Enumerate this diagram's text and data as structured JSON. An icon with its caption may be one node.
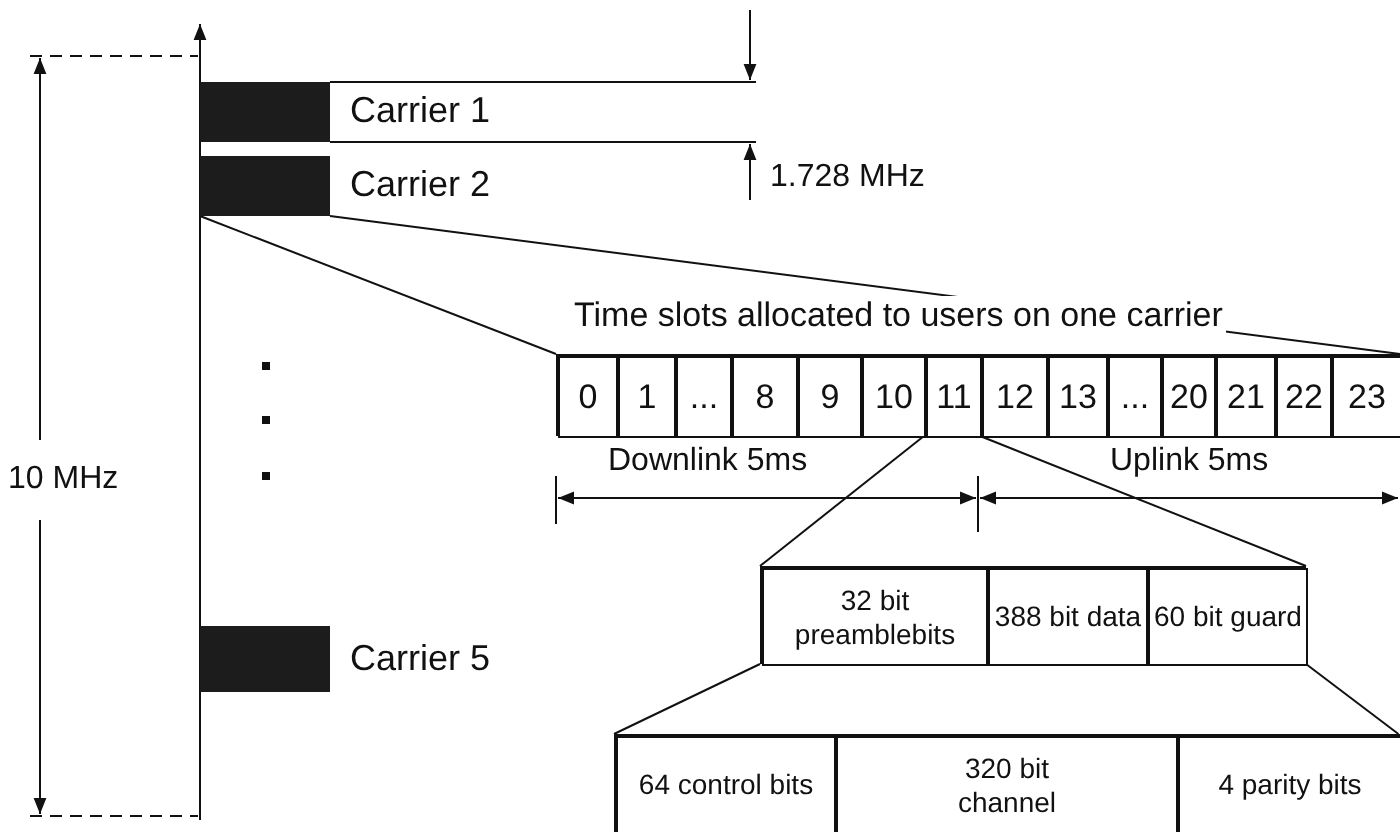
{
  "diagram": {
    "nodes": [
      {
        "text": [],
        "shape": "bar",
        "beside": [
          "Carrier 1"
        ]
      },
      {
        "text": [],
        "shape": "bar",
        "beside": [
          "Carrier 2"
        ]
      },
      {
        "text": [],
        "shape": "bar",
        "beside": [
          "Carrier 5"
        ]
      },
      {
        "text": [
          "Time slots allocated to users on one carrier"
        ]
      },
      {
        "text": [
          "0"
        ],
        "in": 3
      },
      {
        "text": [
          "1"
        ],
        "in": 3
      },
      {
        "text": [
          "..."
        ],
        "in": 3
      },
      {
        "text": [
          "8"
        ],
        "in": 3
      },
      {
        "text": [
          "9"
        ],
        "in": 3
      },
      {
        "text": [
          "10"
        ],
        "in": 3
      },
      {
        "text": [
          "11"
        ],
        "in": 3
      },
      {
        "text": [
          "12"
        ],
        "in": 3
      },
      {
        "text": [
          "13"
        ],
        "in": 3
      },
      {
        "text": [
          "..."
        ],
        "in": 3
      },
      {
        "text": [
          "20"
        ],
        "in": 3
      },
      {
        "text": [
          "21"
        ],
        "in": 3
      },
      {
        "text": [
          "22"
        ],
        "in": 3
      },
      {
        "text": [
          "23"
        ],
        "in": 3
      },
      {
        "text": [],
        "shape": "box"
      },
      {
        "text": [
          "32 bit preamblebits"
        ],
        "in": 18
      },
      {
        "text": [
          "388 bit data"
        ],
        "in": 18
      },
      {
        "text": [
          "60 bit guard"
        ],
        "in": 18
      },
      {
        "text": [],
        "shape": "box"
      },
      {
        "text": [
          "64 control bits"
        ],
        "in": 22
      },
      {
        "text": [
          "320 bit channel"
        ],
        "in": 22
      },
      {
        "text": [
          "4 parity bits"
        ],
        "in": 22
      }
    ],
    "edges": [
      {
        "from": 1,
        "to": 3,
        "arrow": "none"
      },
      {
        "from": 1,
        "to": 3,
        "arrow": "none"
      },
      {
        "from": 10,
        "to": 18,
        "arrow": "none"
      },
      {
        "from": 10,
        "to": 18,
        "arrow": "none"
      },
      {
        "from": 18,
        "to": 22,
        "arrow": "none"
      },
      {
        "from": 18,
        "to": 22,
        "arrow": "none"
      }
    ],
    "labels": [
      "1.728 MHz",
      "10 MHz",
      "Downlink 5ms",
      "Uplink 5ms"
    ]
  }
}
